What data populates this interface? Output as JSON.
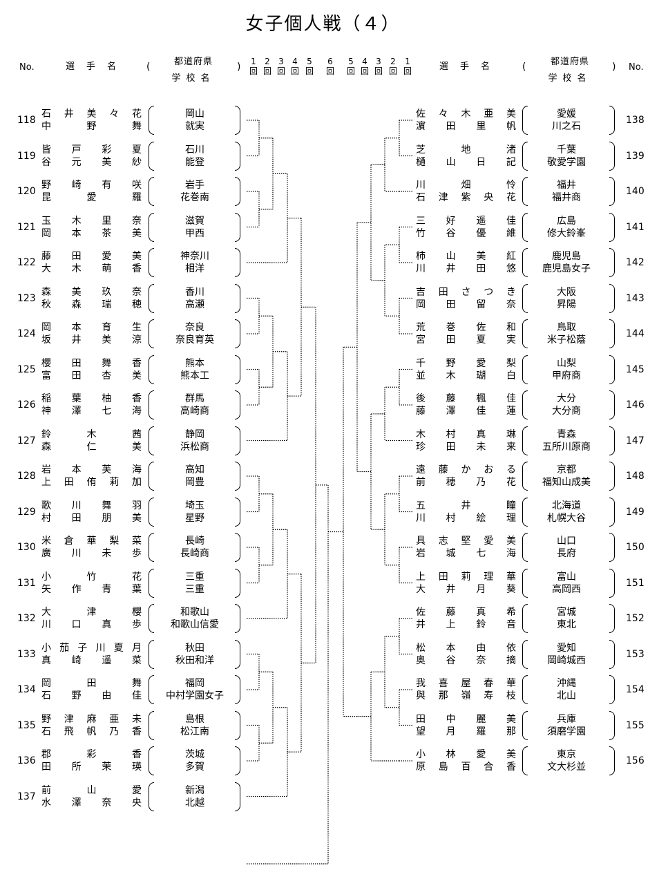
{
  "title": "女子個人戦（４）",
  "header": {
    "no": "No.",
    "player_name": "選手名",
    "pref_line1": "都道府県",
    "pref_line2": "学校名",
    "paren_open": "(",
    "paren_close": ")",
    "rounds_left": [
      "1",
      "2",
      "3",
      "4",
      "5",
      "6"
    ],
    "rounds_right": [
      "5",
      "4",
      "3",
      "2",
      "1"
    ],
    "round_unit": "回"
  },
  "left_entries": [
    {
      "no": "118",
      "p1": "石井美々花",
      "p2": "中野舞",
      "pref": "岡山",
      "school": "就実"
    },
    {
      "no": "119",
      "p1": "皆戸彩夏",
      "p2": "谷元美紗",
      "pref": "石川",
      "school": "能登"
    },
    {
      "no": "120",
      "p1": "野崎有咲",
      "p2": "昆愛羅",
      "pref": "岩手",
      "school": "花巻南"
    },
    {
      "no": "121",
      "p1": "玉木里奈",
      "p2": "岡本茶美",
      "pref": "滋賀",
      "school": "甲西"
    },
    {
      "no": "122",
      "p1": "藤田愛美",
      "p2": "大木萌香",
      "pref": "神奈川",
      "school": "相洋"
    },
    {
      "no": "123",
      "p1": "森美玖奈",
      "p2": "秋森瑞穂",
      "pref": "香川",
      "school": "高瀬"
    },
    {
      "no": "124",
      "p1": "岡本育生",
      "p2": "坂井美涼",
      "pref": "奈良",
      "school": "奈良育英"
    },
    {
      "no": "125",
      "p1": "櫻田舞香",
      "p2": "富田杏美",
      "pref": "熊本",
      "school": "熊本工"
    },
    {
      "no": "126",
      "p1": "稲葉柚香",
      "p2": "神澤七海",
      "pref": "群馬",
      "school": "高崎商"
    },
    {
      "no": "127",
      "p1": "鈴木茜",
      "p2": "森仁美",
      "pref": "静岡",
      "school": "浜松商"
    },
    {
      "no": "128",
      "p1": "岩本芙海",
      "p2": "上田侑莉加",
      "pref": "高知",
      "school": "岡豊"
    },
    {
      "no": "129",
      "p1": "歌川舞羽",
      "p2": "村田朋美",
      "pref": "埼玉",
      "school": "星野"
    },
    {
      "no": "130",
      "p1": "米倉華梨菜",
      "p2": "廣川未歩",
      "pref": "長崎",
      "school": "長崎商"
    },
    {
      "no": "131",
      "p1": "小竹花",
      "p2": "矢作青葉",
      "pref": "三重",
      "school": "三重"
    },
    {
      "no": "132",
      "p1": "大津櫻",
      "p2": "川口真歩",
      "pref": "和歌山",
      "school": "和歌山信愛"
    },
    {
      "no": "133",
      "p1": "小茄子川夏月",
      "p2": "真崎遥菜",
      "pref": "秋田",
      "school": "秋田和洋"
    },
    {
      "no": "134",
      "p1": "岡田舞",
      "p2": "石野由佳",
      "pref": "福岡",
      "school": "中村学園女子"
    },
    {
      "no": "135",
      "p1": "野津麻亜未",
      "p2": "石飛帆乃香",
      "pref": "島根",
      "school": "松江南"
    },
    {
      "no": "136",
      "p1": "郡彩香",
      "p2": "田所茉瑛",
      "pref": "茨城",
      "school": "多賀"
    },
    {
      "no": "137",
      "p1": "前山愛",
      "p2": "水澤奈央",
      "pref": "新潟",
      "school": "北越"
    }
  ],
  "right_entries": [
    {
      "no": "138",
      "p1": "佐々木亜美",
      "p2": "濵田里帆",
      "pref": "愛媛",
      "school": "川之石"
    },
    {
      "no": "139",
      "p1": "芝地渚",
      "p2": "樋山日記",
      "pref": "千葉",
      "school": "敬愛学園"
    },
    {
      "no": "140",
      "p1": "川畑怜",
      "p2": "石津紫央花",
      "pref": "福井",
      "school": "福井商"
    },
    {
      "no": "141",
      "p1": "三好遥佳",
      "p2": "竹谷優維",
      "pref": "広島",
      "school": "修大鈴峯"
    },
    {
      "no": "142",
      "p1": "柿山美紅",
      "p2": "川井田悠",
      "pref": "鹿児島",
      "school": "鹿児島女子"
    },
    {
      "no": "143",
      "p1": "吉田さつき",
      "p2": "岡田留奈",
      "pref": "大阪",
      "school": "昇陽"
    },
    {
      "no": "144",
      "p1": "荒巻佐和",
      "p2": "宮田夏実",
      "pref": "鳥取",
      "school": "米子松蔭"
    },
    {
      "no": "145",
      "p1": "千野愛梨",
      "p2": "並木瑚白",
      "pref": "山梨",
      "school": "甲府商"
    },
    {
      "no": "146",
      "p1": "後藤楓佳",
      "p2": "藤澤佳蓮",
      "pref": "大分",
      "school": "大分商"
    },
    {
      "no": "147",
      "p1": "木村真琳",
      "p2": "珍田未来",
      "pref": "青森",
      "school": "五所川原商"
    },
    {
      "no": "148",
      "p1": "遠藤かおる",
      "p2": "前穂乃花",
      "pref": "京都",
      "school": "福知山成美"
    },
    {
      "no": "149",
      "p1": "五井瞳",
      "p2": "川村絵理",
      "pref": "北海道",
      "school": "札幌大谷"
    },
    {
      "no": "150",
      "p1": "具志堅愛美",
      "p2": "岩城七海",
      "pref": "山口",
      "school": "長府"
    },
    {
      "no": "151",
      "p1": "上田莉理華",
      "p2": "大井月葵",
      "pref": "富山",
      "school": "高岡西"
    },
    {
      "no": "152",
      "p1": "佐藤真希",
      "p2": "井上鈴音",
      "pref": "宮城",
      "school": "東北"
    },
    {
      "no": "153",
      "p1": "松本由依",
      "p2": "奥谷奈摘",
      "pref": "愛知",
      "school": "岡崎城西"
    },
    {
      "no": "154",
      "p1": "我喜屋春華",
      "p2": "與那嶺寿枝",
      "pref": "沖縄",
      "school": "北山"
    },
    {
      "no": "155",
      "p1": "田中麗美",
      "p2": "望月羅那",
      "pref": "兵庫",
      "school": "須磨学園"
    },
    {
      "no": "156",
      "p1": "小林愛美",
      "p2": "原島百合香",
      "pref": "東京",
      "school": "文大杉並"
    }
  ]
}
